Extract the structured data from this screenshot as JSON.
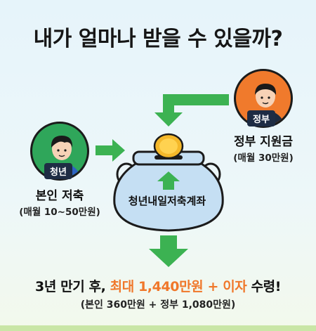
{
  "title": "내가 얼마나 받을 수 있을까?",
  "youth": {
    "tag": "청년",
    "label": "본인 저축",
    "sub": "(매월 10~50만원)"
  },
  "government": {
    "tag": "정부",
    "label": "정부 지원금",
    "sub": "(매월 30만원)"
  },
  "account": {
    "label": "청년내일저축계좌"
  },
  "result": {
    "prefix": "3년 만기 후, ",
    "highlight": "최대 1,440만원 + 이자",
    "suffix": " 수령!",
    "detail": "(본인 360만원 + 정부 1,080만원)"
  },
  "colors": {
    "arrow": "#3cb252",
    "highlight": "#f0772a",
    "youth_bg": "#2fa65a",
    "gov_bg": "#f07a2c",
    "tag_bg": "#1e2c44",
    "pot": "#c5dff3"
  }
}
